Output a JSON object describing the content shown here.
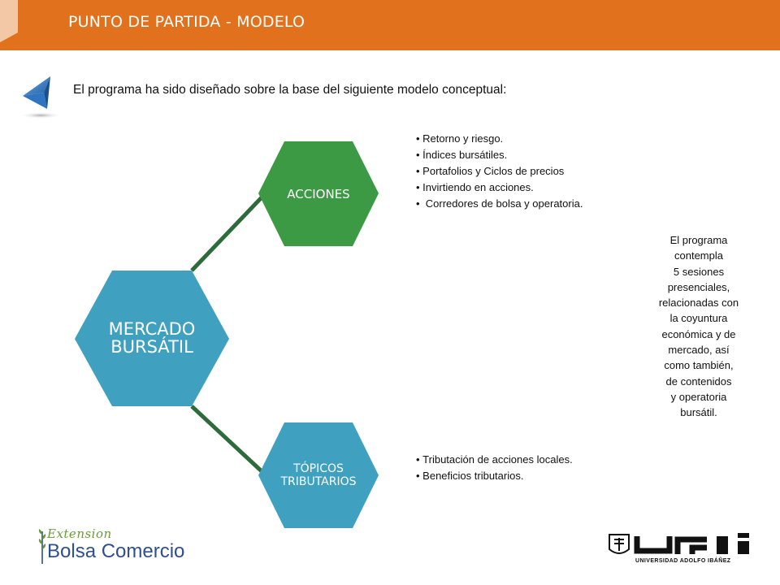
{
  "header": {
    "title": "PUNTO DE PARTIDA - MODELO",
    "color": "#e2711d"
  },
  "intro": {
    "text": "El programa ha sido diseñado sobre la base del siguiente modelo conceptual:"
  },
  "diagram": {
    "central": {
      "line1": "MERCADO",
      "line2": "BURSÁTIL",
      "color": "#3fa1bf"
    },
    "acciones": {
      "label": "ACCIONES",
      "color": "#3d9a44",
      "items": [
        "Retorno y riesgo.",
        "Índices bursátiles.",
        "Portafolios y Ciclos de precios",
        "Invirtiendo en acciones.",
        " Corredores de bolsa y operatoria."
      ]
    },
    "topicos": {
      "line1": "TÓPICOS",
      "line2": "TRIBUTARIOS",
      "color": "#3fa1bf",
      "items": [
        "Tributación de acciones locales.",
        "Beneficios tributarios."
      ]
    },
    "connector_color": "#2e6b3a"
  },
  "side_note": {
    "lines": [
      "El programa",
      "contempla",
      "5 sesiones",
      "presenciales,",
      "relacionadas con",
      "la coyuntura",
      "económica y de",
      "mercado, así",
      "como también,",
      "de contenidos",
      "y operatoria",
      "bursátil."
    ]
  },
  "logos": {
    "bolsa": {
      "line1": "Extension",
      "line2": "Bolsa Comercio"
    },
    "uai": {
      "caption": "UNIVERSIDAD ADOLFO IBÁÑEZ",
      "brand_color": "#111111"
    }
  },
  "icons": {
    "intro_bullet": "blue-arrow-icon"
  }
}
